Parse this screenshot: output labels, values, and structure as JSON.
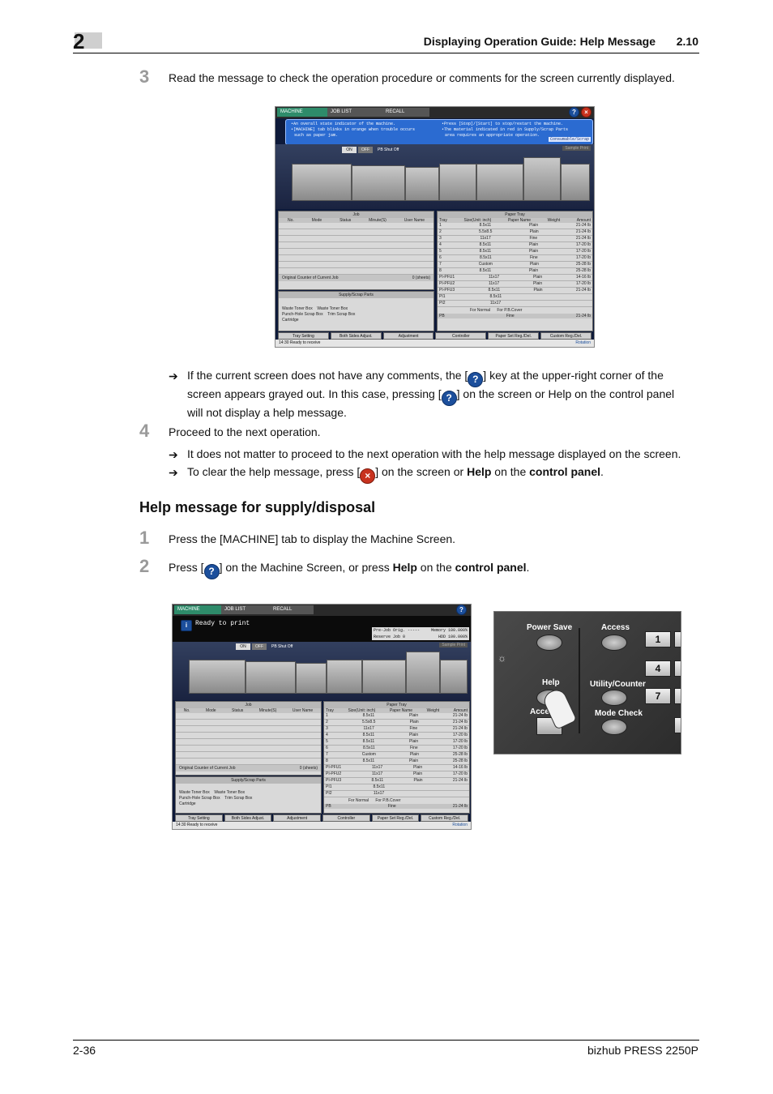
{
  "header": {
    "chapter": "2",
    "title": "Displaying Operation Guide: Help Message",
    "section": "2.10"
  },
  "step3": {
    "num": "3",
    "text": "Read the message to check the operation procedure or comments for the screen currently displayed.",
    "note1_a": "If the current screen does not have any comments, the [",
    "note1_b": "] key at the upper-right corner of the",
    "note1_c": "screen appears grayed out. In this case, pressing [",
    "note1_d": "] on the screen or Help on the control panel",
    "note1_e": "will not display a help message."
  },
  "step4": {
    "num": "4",
    "text": "Proceed to the next operation.",
    "note1": "It does not matter to proceed to the next operation with the help message displayed on the screen.",
    "note2_a": "To clear the help message, press [",
    "note2_b": "] on the screen or ",
    "note2_help": "Help",
    "note2_c": " on the ",
    "note2_cp": "control panel",
    "note2_d": "."
  },
  "section_title": "Help message for supply/disposal",
  "stepA": {
    "num": "1",
    "text": "Press the [MACHINE] tab to display the Machine Screen."
  },
  "stepB": {
    "num": "2",
    "a": "Press [",
    "b": "] on the Machine Screen, or press ",
    "help": "Help",
    "c": " on the ",
    "cp": "control panel",
    "d": "."
  },
  "screen1": {
    "tabs": [
      "MACHINE",
      "JOB LIST",
      "RECALL"
    ],
    "help_l1": "•An overall state indicator of the machine.",
    "help_l2": "•[MACHINE] tab blinks in orange when trouble occurs",
    "help_l3": "such as paper jam.",
    "help_r1": "•Press [Stop]/[Start] to stop/restart the machine.",
    "help_r2": "•The material indicated in red in Supply/Scrap Parts",
    "help_r3": "area requires an appropriate operation.",
    "consumable_btn": "Consumable/Scrap",
    "sample_print": "Sample Print",
    "toggle_on": "ON",
    "toggle_off": "OFF",
    "pb_shut": "PB Shut Off",
    "job_hdr": "Job",
    "job_cols": [
      "No.",
      "Mode",
      "Status",
      "Minute(S)",
      "User Name"
    ],
    "original_counter": "Original Counter of Current Job",
    "sheets": "0 (sheets)",
    "supply_hdr": "Supply/Scrap Parts",
    "supply_items": [
      "Waste Toner Box",
      "Waste Toner Box",
      "Punch-Hole Scrap Box",
      "Trim Scrap Box",
      "Cartridge"
    ],
    "tray_hdr": "Paper Tray",
    "tray_cols": [
      "Tray",
      "Size(Unit: inch)",
      "Paper Name",
      "Weight",
      "Amount"
    ],
    "trays": [
      [
        "1",
        "8.5x11",
        "Plain",
        "21-24 lb"
      ],
      [
        "2",
        "5.5x8.5",
        "Plain",
        "21-24 lb"
      ],
      [
        "3",
        "11x17",
        "Fine",
        "21-24 lb"
      ],
      [
        "4",
        "8.5x11",
        "Plain",
        "17-20 lb"
      ],
      [
        "5",
        "8.5x11",
        "Plain",
        "17-20 lb"
      ],
      [
        "6",
        "8.5x11",
        "Fine",
        "17-20 lb"
      ],
      [
        "7",
        "Custom",
        "Plain",
        "25-28 lb"
      ],
      [
        "8",
        "8.5x11",
        "Plain",
        "25-28 lb"
      ]
    ],
    "pfu": [
      [
        "PI-PFU1",
        "11x17",
        "Plain",
        "14-16 lb"
      ],
      [
        "PI-PFU2",
        "11x17",
        "Plain",
        "17-20 lb"
      ],
      [
        "PI-PFU3",
        "8.5x11",
        "Plain",
        "21-24 lb"
      ],
      [
        "PI1",
        "8.5x11",
        "",
        ""
      ],
      [
        "PI2",
        "11x17",
        "",
        ""
      ]
    ],
    "for_normal": "For Normal",
    "for_pb": "For P.B.Cover",
    "pb_row": [
      "PB",
      "Fine",
      "21-24 lb"
    ],
    "buttons": [
      "Tray Setting",
      "Both Sides Adjust.",
      "Adjustment",
      "Controller",
      "Paper Set Reg./Del.",
      "Custom Reg./Del."
    ],
    "status": "14:30   Ready to receive",
    "rotation": "Rotation"
  },
  "screen2": {
    "ready": "Ready to print",
    "prejob": "Pre-Job Orig. -----",
    "reserve": "Reserve Job   0",
    "memory": "Memory  100.000%",
    "hdd": "HDD     100.000%"
  },
  "control_panel": {
    "power_save": "Power Save",
    "access_top": "Access",
    "help": "Help",
    "access": "Access",
    "utility": "Utility/Counter",
    "mode_check": "Mode Check",
    "keys": [
      "1",
      "4",
      "7"
    ]
  },
  "footer": {
    "page": "2-36",
    "product": "bizhub PRESS 2250P"
  },
  "icons": {
    "help": "question-mark-icon",
    "close": "close-x-icon",
    "arrow": "arrow-right-icon"
  },
  "colors": {
    "help_icon": "#1c4f9c",
    "close_icon": "#c8321e",
    "step_num": "#9a9a9a"
  }
}
